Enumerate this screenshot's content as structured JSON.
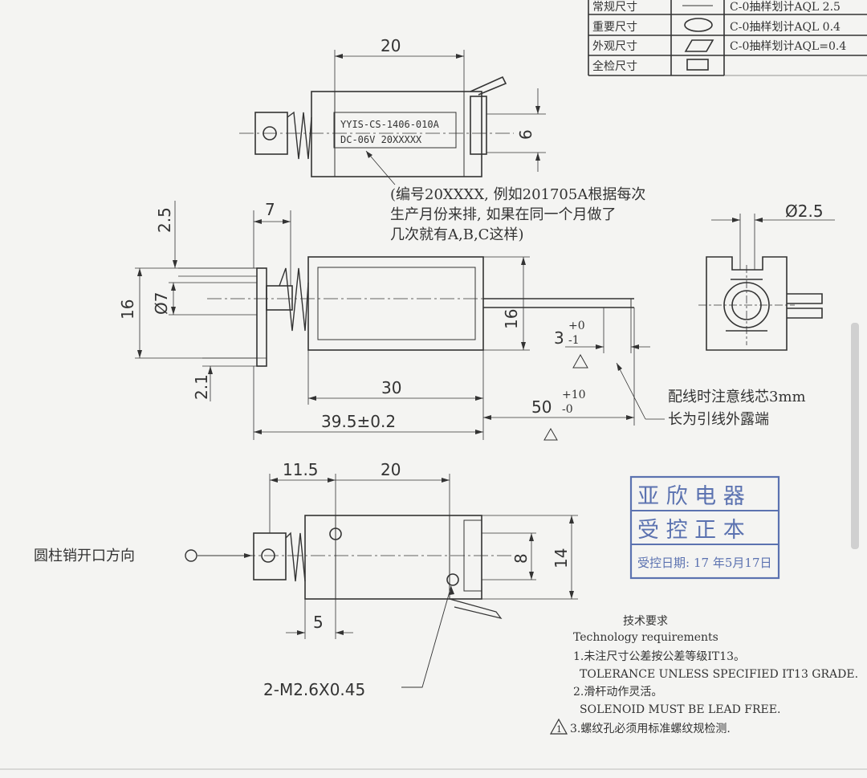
{
  "legend_table": {
    "rows": [
      {
        "name": "常规尺寸",
        "plan": "C-0抽样划计AQL 2.5"
      },
      {
        "name": "重要尺寸",
        "plan": "C-0抽样划计AQL 0.4"
      },
      {
        "name": "外观尺寸",
        "plan": "C-0抽样划计AQL=0.4"
      },
      {
        "name": "全检尺寸",
        "plan": ""
      }
    ]
  },
  "top_view": {
    "dim_length": "20",
    "dim_height": "6",
    "label_line1": "YYIS-CS-1406-010A",
    "label_line2": "DC-06V 20XXXXX"
  },
  "code_note": {
    "line1": "(编号20XXXX, 例如201705A根据每次",
    "line2": "生产月份来排, 如果在同一个月做了",
    "line3": "几次就有A,B,C这样)"
  },
  "side_view": {
    "dim_25": "2.5",
    "dim_7": "7",
    "dim_phi7": "Ø7",
    "dim_16_left": "16",
    "dim_16_right": "16",
    "dim_21": "2.1",
    "dim_30": "30",
    "dim_395": "39.5±0.2",
    "dim_3_base": "3",
    "dim_3_tol_up": "+0",
    "dim_3_tol_down": "-1",
    "dim_50_base": "50",
    "dim_50_tol_up": "+10",
    "dim_50_tol_down": "-0"
  },
  "wire_note": {
    "line1": "配线时注意线芯3mm",
    "line2": "长为引线外露端"
  },
  "end_view": {
    "dim_phi25": "Ø2.5"
  },
  "bottom_view": {
    "dim_115": "11.5",
    "dim_20": "20",
    "dim_8": "8",
    "dim_14": "14",
    "dim_5": "5",
    "thread_callout": "2-M2.6X0.45",
    "pin_direction": "圆柱销开口方向"
  },
  "stamp": {
    "line1": "亚 欣 电 器",
    "line2": "受 控 正 本",
    "date_label": "受控日期:",
    "date_value": "17 年5月17日"
  },
  "tech_requirements": {
    "title_cn": "技术要求",
    "title_en": "Technology   requirements",
    "item1_cn": "1.未注尺寸公差按公差等级IT13。",
    "item1_en": "TOLERANCE UNLESS SPECIFIED IT13 GRADE.",
    "item2_cn": "2.滑杆动作灵活。",
    "item2_en": "SOLENOID MUST BE LEAD FREE.",
    "item3_mark": "1",
    "item3_cn": "3.螺纹孔必须用标准螺纹规检测."
  },
  "colors": {
    "ink": "#333333",
    "stamp": "#5b72b0",
    "paper": "#f4f4f2"
  }
}
